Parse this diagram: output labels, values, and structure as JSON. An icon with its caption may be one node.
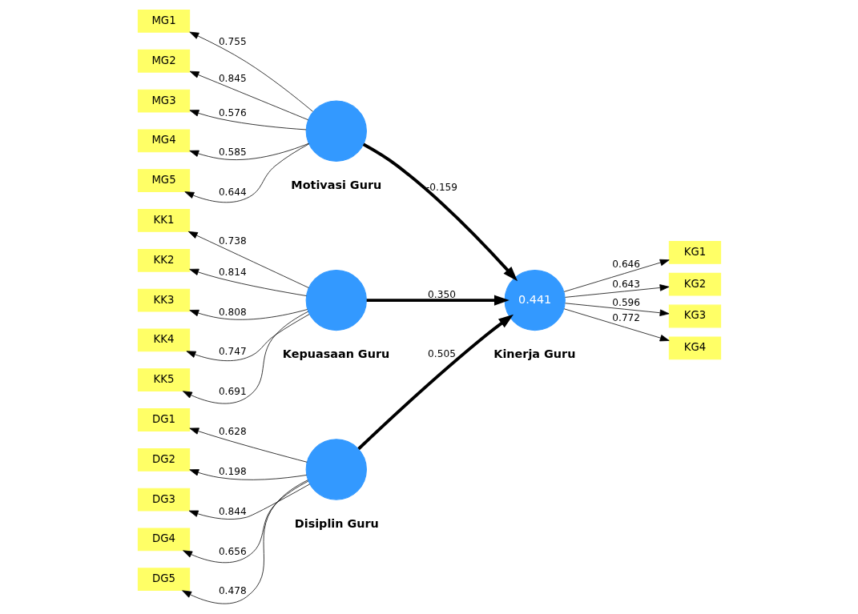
{
  "diagram": {
    "nodes": [
      {
        "text": [],
        "shape": "circle",
        "beside": [
          "Disiplin Guru"
        ]
      },
      {
        "text": [
          "DG1"
        ]
      },
      {
        "text": [
          "DG2"
        ]
      },
      {
        "text": [
          "DG3"
        ]
      },
      {
        "text": [
          "DG4"
        ]
      },
      {
        "text": [
          "DG5"
        ]
      },
      {
        "text": [],
        "shape": "circle",
        "beside": [
          "Motivasi Guru"
        ]
      },
      {
        "text": [
          "MG1"
        ]
      },
      {
        "text": [
          "MG2"
        ]
      },
      {
        "text": [
          "MG3"
        ]
      },
      {
        "text": [
          "MG4"
        ]
      },
      {
        "text": [
          "MG5"
        ]
      },
      {
        "text": [],
        "shape": "circle",
        "beside": [
          "Kepuasaan Guru"
        ]
      },
      {
        "text": [
          "KK1"
        ]
      },
      {
        "text": [
          "KK2"
        ]
      },
      {
        "text": [
          "KK3"
        ]
      },
      {
        "text": [
          "KK4"
        ]
      },
      {
        "text": [
          "KK5"
        ]
      },
      {
        "text": [
          "0.441"
        ],
        "beside": [
          "Kinerja Guru"
        ]
      },
      {
        "text": [
          "KG1"
        ]
      },
      {
        "text": [
          "KG2"
        ]
      },
      {
        "text": [
          "KG3"
        ]
      },
      {
        "text": [
          "KG4"
        ]
      }
    ],
    "edges": [
      {
        "from": 0,
        "to": 1,
        "arrow": "to",
        "label": "0.628"
      },
      {
        "from": 0,
        "to": 2,
        "arrow": "to",
        "label": "0.198"
      },
      {
        "from": 0,
        "to": 3,
        "arrow": "to",
        "label": "0.844"
      },
      {
        "from": 0,
        "to": 4,
        "arrow": "to",
        "label": "0.656"
      },
      {
        "from": 0,
        "to": 5,
        "arrow": "to",
        "label": "0.478"
      },
      {
        "from": 6,
        "to": 7,
        "arrow": "to",
        "label": "0.755"
      },
      {
        "from": 6,
        "to": 8,
        "arrow": "to",
        "label": "0.845"
      },
      {
        "from": 6,
        "to": 9,
        "arrow": "to",
        "label": "0.576"
      },
      {
        "from": 6,
        "to": 10,
        "arrow": "to",
        "label": "0.585"
      },
      {
        "from": 6,
        "to": 11,
        "arrow": "to",
        "label": "0.644"
      },
      {
        "from": 12,
        "to": 13,
        "arrow": "to",
        "label": "0.738"
      },
      {
        "from": 12,
        "to": 14,
        "arrow": "to",
        "label": "0.814"
      },
      {
        "from": 12,
        "to": 15,
        "arrow": "to",
        "label": "0.808"
      },
      {
        "from": 12,
        "to": 16,
        "arrow": "to",
        "label": "0.747"
      },
      {
        "from": 12,
        "to": 17,
        "arrow": "to",
        "label": "0.691"
      },
      {
        "from": 0,
        "to": 18,
        "arrow": "to",
        "label": "0.505",
        "style": "thick"
      },
      {
        "from": 6,
        "to": 18,
        "arrow": "to",
        "label": "-0.159",
        "style": "thick"
      },
      {
        "from": 12,
        "to": 18,
        "arrow": "to",
        "label": "0.350",
        "style": "thick"
      },
      {
        "from": 18,
        "to": 19,
        "arrow": "to",
        "label": "0.646"
      },
      {
        "from": 18,
        "to": 20,
        "arrow": "to",
        "label": "0.643"
      },
      {
        "from": 18,
        "to": 21,
        "arrow": "to",
        "label": "0.596"
      },
      {
        "from": 18,
        "to": 22,
        "arrow": "to",
        "label": "0.772"
      }
    ]
  }
}
